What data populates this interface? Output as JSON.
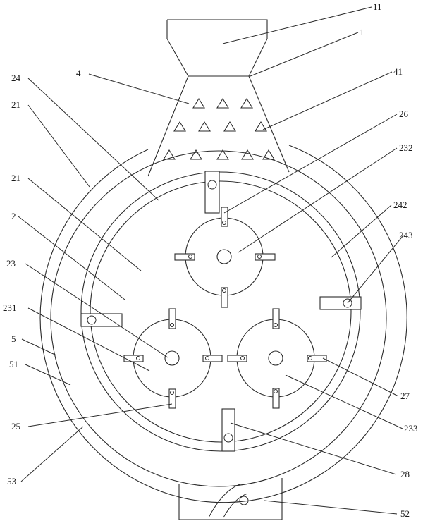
{
  "labels": {
    "l11": "11",
    "l1": "1",
    "l24": "24",
    "l4": "4",
    "l41": "41",
    "l21a": "21",
    "l26": "26",
    "l232": "232",
    "l21b": "21",
    "l242": "242",
    "l2": "2",
    "l243": "243",
    "l23": "23",
    "l231": "231",
    "l5": "5",
    "l51": "51",
    "l27": "27",
    "l25": "25",
    "l233": "233",
    "l28": "28",
    "l53": "53",
    "l52": "52"
  }
}
